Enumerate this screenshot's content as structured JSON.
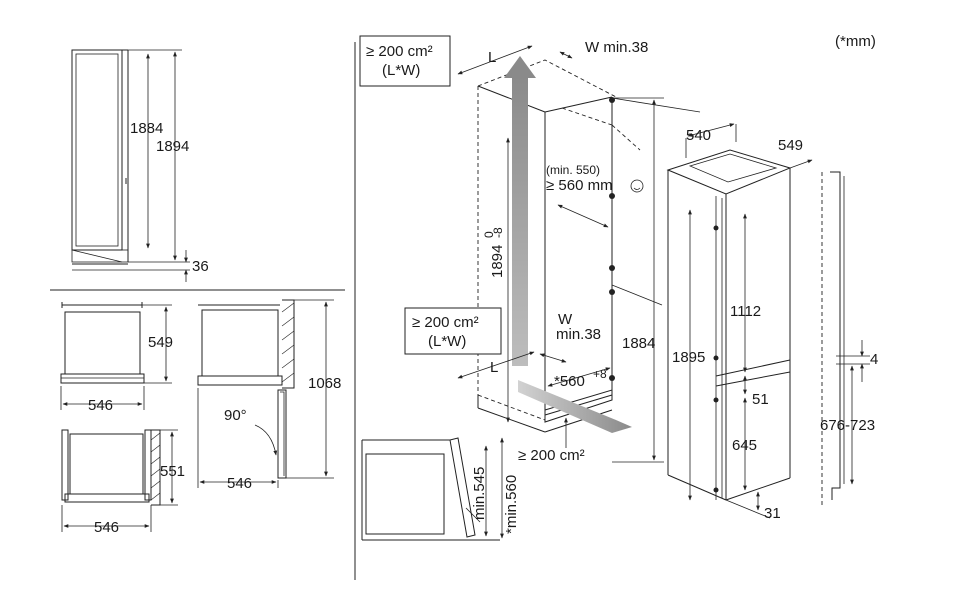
{
  "units_note": "(*mm)",
  "side_view": {
    "height_a": "1884",
    "height_b": "1894",
    "bottom_gap": "36"
  },
  "top_views": {
    "top_left_width": "546",
    "top_left_depth": "549",
    "bottom_left_width": "546",
    "bottom_left_depth": "551",
    "door_width": "546",
    "door_height": "1068",
    "door_angle": "90°"
  },
  "niche": {
    "vent_top_line1": "≥ 200 cm²",
    "vent_top_line2": "(L*W)",
    "vent_mid_line1": "≥ 200 cm²",
    "vent_mid_line2": "(L*W)",
    "vent_bottom": "≥ 200 cm²",
    "L_top": "L",
    "L_bottom": "L",
    "W_top": "W min.38",
    "W_bottom_line1": "W",
    "W_bottom_line2": "min.38",
    "height_main": "1894",
    "height_tol_upper": "0",
    "height_tol_lower": "-8",
    "depth_min_note": "(min. 550)",
    "depth_main": "≥ 560 mm",
    "width_main": "*560",
    "width_tol": "+8",
    "height_side": "1884"
  },
  "appliance": {
    "width": "540",
    "depth": "549",
    "height_total": "1895",
    "upper_door": "1112",
    "gap": "51",
    "lower_door": "645",
    "bottom": "31",
    "rail_gap": "4",
    "rail_range": "676-723"
  },
  "section_detail": {
    "min_545": "min.545",
    "min_560": "*min.560"
  }
}
